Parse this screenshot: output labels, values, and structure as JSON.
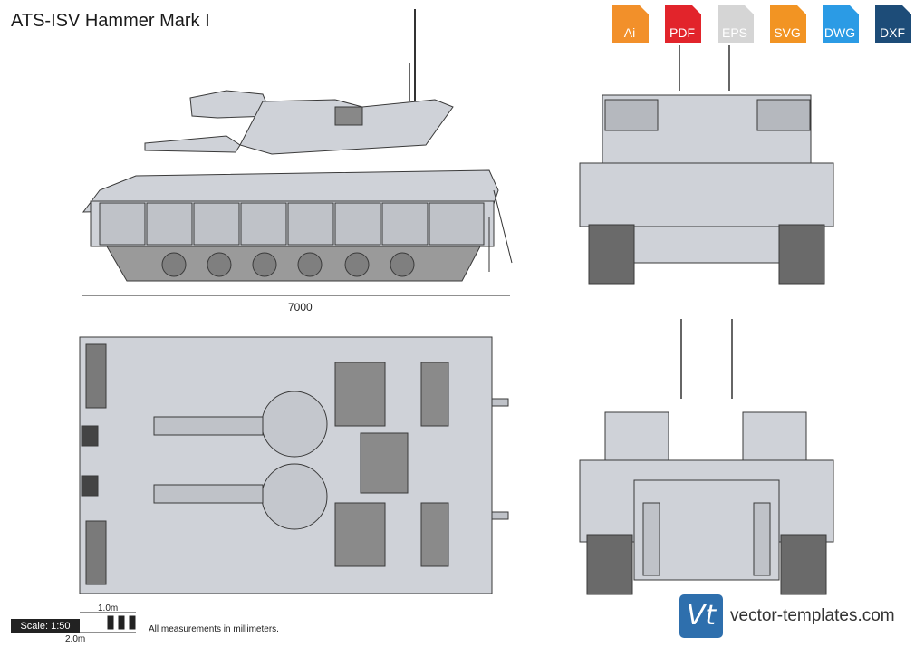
{
  "title": "ATS-ISV Hammer Mark I",
  "formats": [
    {
      "label": "Ai",
      "color": "#f2902a"
    },
    {
      "label": "PDF",
      "color": "#e2242b"
    },
    {
      "label": "EPS",
      "color": "#d5d5d5"
    },
    {
      "label": "SVG",
      "color": "#f29423"
    },
    {
      "label": "DWG",
      "color": "#2b9be5"
    },
    {
      "label": "DXF",
      "color": "#1d4c78"
    }
  ],
  "dimension": "7000",
  "scale": {
    "label": "Scale: 1:50",
    "bar1": "1.0m",
    "bar2": "2.0m"
  },
  "note": "All measurements in millimeters.",
  "logo": {
    "mark": "Vt",
    "site": "vector-templates.com"
  },
  "watermark": "vector-templates.com",
  "colors": {
    "body": "#cfd2d8",
    "outline": "#3a3a3a",
    "dark": "#5a5a5a"
  }
}
